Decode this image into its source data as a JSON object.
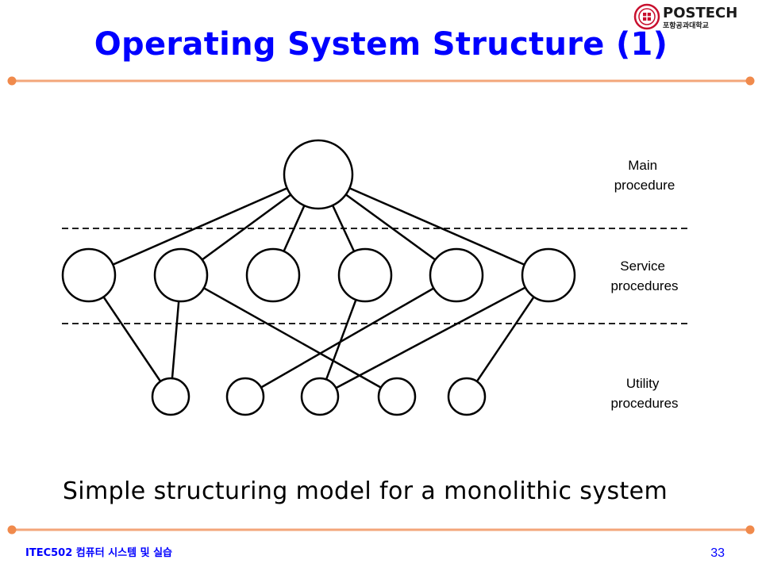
{
  "slide": {
    "title": "Operating System Structure (1)",
    "caption": "Simple structuring model for a monolithic system",
    "footer_course": "ITEC502 컴퓨터 시스템 및 실습",
    "page_number": "33"
  },
  "logo": {
    "name": "POSTECH",
    "subtitle": "포항공과대학교"
  },
  "diagram": {
    "main_label": [
      "Main",
      "procedure"
    ],
    "service_label": [
      "Service",
      "procedures"
    ],
    "utility_label": [
      "Utility",
      "procedures"
    ]
  },
  "colors": {
    "title": "#0000ff",
    "rule": "#f3a67a",
    "rule_dot": "#f08a4c",
    "footer": "#0000ff",
    "logo_red": "#c8102e"
  }
}
